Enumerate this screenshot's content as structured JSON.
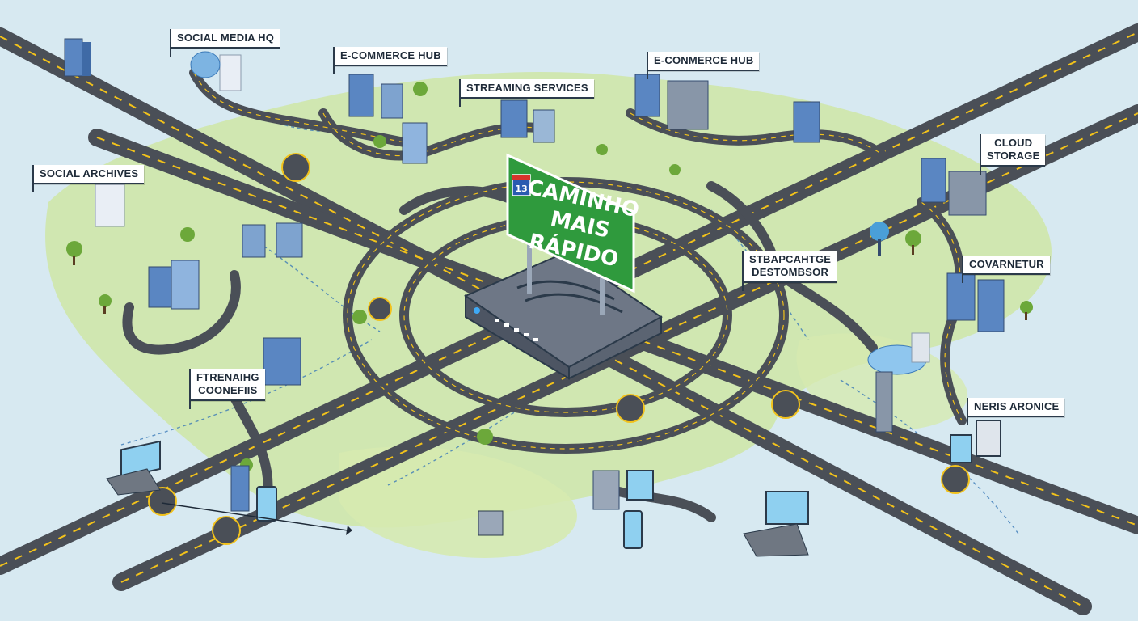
{
  "sign": {
    "shield_number": "13",
    "line1": "CAMINHO",
    "line2": "MAIS",
    "line3": "RÁPIDO"
  },
  "labels": {
    "social_media_hq": "SOCIAL MEDIA HQ",
    "ecommerce_hub_left": "E-COMMERCE HUB",
    "ecommerce_hub_right": "E-CONMERCE HUB",
    "streaming_services": "STREAMING SERVICES",
    "social_archives": "SOCIAL ARCHIVES",
    "cloud_storage": "CLOUD\nSTORAGE",
    "stbap_destombsor": "STBAPCAHTGE\nDESTOMBSOR",
    "covarnetur": "COVARNETUR",
    "ftrenaihg_cooneris": "FTRENAIHG\nCOONEFIIS",
    "neris_aronice": "NERIS ARONICE"
  },
  "colors": {
    "water": "#d7e9f1",
    "land": "#cfe6a6",
    "road": "#4a4f57",
    "lane": "#f2c21b",
    "sign": "#2f9a3d",
    "server": "#5a86c2"
  }
}
